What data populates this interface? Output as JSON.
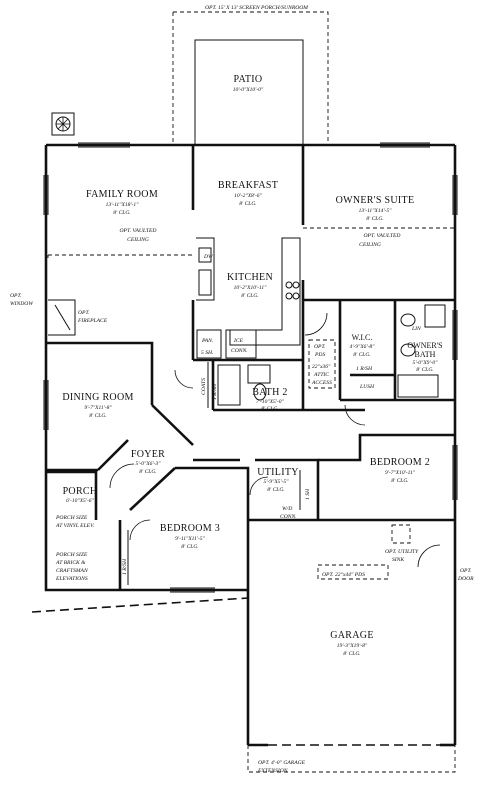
{
  "rooms": {
    "patio": {
      "name": "PATIO",
      "dim": "10'-0\"X10'-0\""
    },
    "sunroom_opt": "OPT. 15' X 13' SCREEN PORCH/SUNROOM",
    "family": {
      "name": "FAMILY ROOM",
      "dim": "13'-11\"X18'-1\"",
      "clg": "8' CLG."
    },
    "breakfast": {
      "name": "BREAKFAST",
      "dim": "10'-2\"X8'-6\"",
      "clg": "8' CLG."
    },
    "owners_suite": {
      "name": "OWNER'S SUITE",
      "dim": "13'-11\"X14'-5\"",
      "clg": "8' CLG."
    },
    "kitchen": {
      "name": "KITCHEN",
      "dim": "10'-2\"X10'-11\"",
      "clg": "8' CLG."
    },
    "dining": {
      "name": "DINING ROOM",
      "dim": "9'-7\"X11'-8\"",
      "clg": "8' CLG."
    },
    "foyer": {
      "name": "FOYER",
      "dim": "5'-0\"X6'-3\"",
      "clg": "8' CLG."
    },
    "porch": {
      "name": "PORCH",
      "dim": "6'-10\"X5'-6\""
    },
    "bedroom3": {
      "name": "BEDROOM 3",
      "dim": "9'-11\"X11'-5\"",
      "clg": "8' CLG."
    },
    "bath2": {
      "name": "BATH 2",
      "dim": "7'-10\"X5'-0\"",
      "clg": "8' CLG."
    },
    "utility": {
      "name": "UTILITY",
      "dim": "5'-9\"X5'-5\"",
      "clg": "8' CLG."
    },
    "wic": {
      "name": "W.I.C.",
      "dim": "4'-9\"X6'-8\"",
      "clg": "8' CLG."
    },
    "owners_bath": {
      "name1": "OWNER'S",
      "name2": "BATH",
      "dim": "5'-0\"X9'-0\"",
      "clg": "8' CLG."
    },
    "bedroom2": {
      "name": "BEDROOM 2",
      "dim": "9'-7\"X10'-11\"",
      "clg": "8' CLG."
    },
    "garage": {
      "name": "GARAGE",
      "dim": "19'-3\"X19'-8\"",
      "clg": "8' CLG."
    }
  },
  "notes": {
    "vaulted_left": "OPT. VAULTED",
    "vaulted_left_2": "CEILING",
    "vaulted_right": "OPT. VAULTED",
    "vaulted_right_2": "CEILING",
    "opt_window": "OPT.",
    "opt_window_2": "WINDOW",
    "opt_fireplace": "OPT.",
    "opt_fireplace_2": "FIREPLACE",
    "pan": "PAN.",
    "five_sh": "5 SH.",
    "ice": "ICE",
    "conn": "CONN.",
    "dw": "DW",
    "coats": "COATS",
    "one_rsh_a": "1 R/SH",
    "opt_pds": "OPT.",
    "opt_pds_2": "PDS",
    "attic_1": "22\"x36\"",
    "attic_2": "ATTIC",
    "attic_3": "ACCESS",
    "rsh_wic": "1 R/SH",
    "lin": "LIN",
    "lush": "LUSH",
    "porch_vinyl_1": "PORCH SIZE",
    "porch_vinyl_2": "AT VINYL ELEV.",
    "porch_brick_1": "PORCH SIZE",
    "porch_brick_2": "AT BRICK &",
    "porch_brick_3": "CRAFTSMAN",
    "porch_brick_4": "ELEVATIONS",
    "rsh_bed3": "1 R/SH",
    "wd": "W/D",
    "wd_conn": "CONN.",
    "sh_util": "1 SH",
    "opt_utility_sink_1": "OPT. UTILITY",
    "opt_utility_sink_2": "SINK",
    "opt_pds_garage": "OPT. 22\"x44\" PDS",
    "opt_door_1": "OPT.",
    "opt_door_2": "DOOR",
    "garage_ext_1": "OPT. 4'-0\" GARAGE",
    "garage_ext_2": "EXTENSION"
  },
  "icons": {
    "compass": "compass-icon"
  }
}
